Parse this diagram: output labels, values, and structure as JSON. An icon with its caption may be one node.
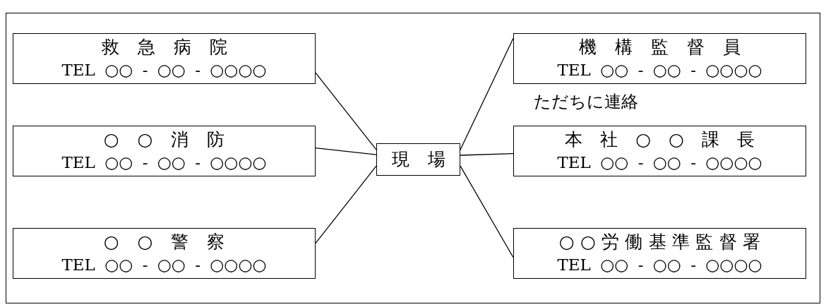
{
  "diagram": {
    "nodes": [
      {
        "text": [
          "救急病院",
          "TEL ○○ - ○○ - ○○○○"
        ]
      },
      {
        "text": [
          "○○消防",
          "TEL ○○ - ○○ - ○○○○"
        ]
      },
      {
        "text": [
          "○○警察",
          "TEL ○○ - ○○ - ○○○○"
        ]
      },
      {
        "text": [
          "現場"
        ]
      },
      {
        "text": [
          "機構監督員",
          "TEL ○○ - ○○ - ○○○○"
        ]
      },
      {
        "text": [
          "本社○○課長",
          "TEL ○○ - ○○ - ○○○○"
        ]
      },
      {
        "text": [
          "○○労働基準監督署",
          "TEL ○○ - ○○ - ○○○○"
        ]
      }
    ],
    "edges": [
      {
        "from": 3,
        "to": 0,
        "arrow": "none"
      },
      {
        "from": 3,
        "to": 1,
        "arrow": "none"
      },
      {
        "from": 3,
        "to": 2,
        "arrow": "none"
      },
      {
        "from": 3,
        "to": 4,
        "arrow": "none"
      },
      {
        "from": 3,
        "to": 5,
        "arrow": "none"
      },
      {
        "from": 3,
        "to": 6,
        "arrow": "none"
      }
    ],
    "labels": [
      "ただちに連絡"
    ]
  }
}
